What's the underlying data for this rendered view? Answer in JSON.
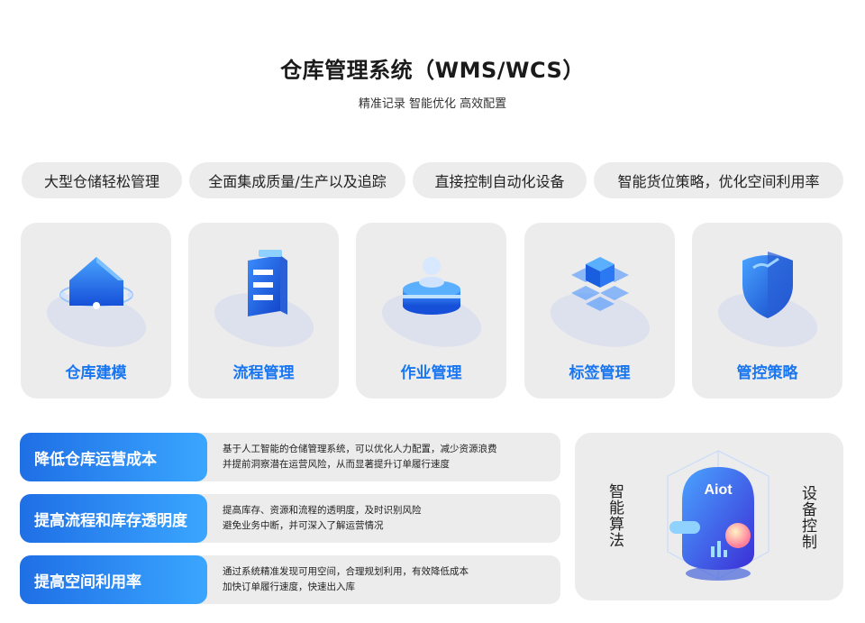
{
  "header": {
    "title": "仓库管理系统（WMS/WCS）",
    "subtitle": "精准记录  智能优化  高效配置"
  },
  "tags": [
    {
      "label": "大型仓储轻松管理"
    },
    {
      "label": "全面集成质量/生产以及追踪"
    },
    {
      "label": "直接控制自动化设备"
    },
    {
      "label": "智能货位策略，优化空间利用率"
    }
  ],
  "modules": [
    {
      "label": "仓库建模",
      "icon": "warehouse-icon"
    },
    {
      "label": "流程管理",
      "icon": "process-icon"
    },
    {
      "label": "作业管理",
      "icon": "operation-icon"
    },
    {
      "label": "标签管理",
      "icon": "cubes-icon"
    },
    {
      "label": "管控策略",
      "icon": "shield-icon"
    }
  ],
  "benefits": [
    {
      "title": "降低仓库运营成本",
      "line1": "基于人工智能的仓储管理系统，可以优化人力配置，减少资源浪费",
      "line2": "并提前洞察潜在运营风险，从而显著提升订单履行速度"
    },
    {
      "title": "提高流程和库存透明度",
      "line1": "提高库存、资源和流程的透明度，及时识别风险",
      "line2": "避免业务中断，并可深入了解运营情况"
    },
    {
      "title": "提高空间利用率",
      "line1": "通过系统精准发现可用空间，合理规划利用，有效降低成本",
      "line2": "加快订单履行速度，快速出入库"
    }
  ],
  "aiot": {
    "left_text": "智能算法",
    "right_text": "设备控制",
    "badge": "Aiot"
  },
  "colors": {
    "accent": "#1976f0",
    "gradient_start": "#1f6fe5",
    "gradient_end": "#3aa6ff",
    "card_bg": "#ececec"
  }
}
